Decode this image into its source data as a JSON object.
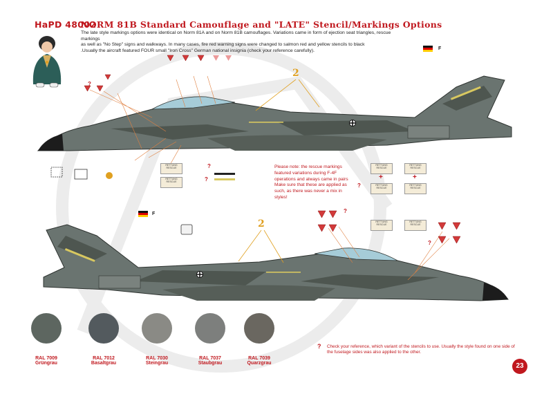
{
  "header": {
    "code": "HaPD 48002",
    "title": "NORM 81B Standard Camouflage and \"LATE\" Stencil/Markings Options"
  },
  "description": [
    "The late style markings options were identical on Norm 81A and on Norm 81B camouflages. Variations came in form of ejection seat triangles, rescue markings",
    "as well as \"No Step\" signs and walkways. In many cases, fire red warning signs were changed to salmon red and yellow stencils to black",
    ".Usually the aircraft featured FOUR small \"Iron Cross\" German national insignia (check your reference carefully)."
  ],
  "rescue_note": "Please note: the rescue markings featured variations during F-4F operations and always came in pairs Make sure that these are applied as such, as there was never a mix in styles!",
  "stencil_text": [
    "RETTUNG",
    "RESCUE"
  ],
  "flag_label": "F",
  "callout_number": "2",
  "question_mark": "?",
  "swatches": [
    {
      "code": "RAL 7009",
      "name": "Grüngrau",
      "color": "#5d6660"
    },
    {
      "code": "RAL 7012",
      "name": "Basaltgrau",
      "color": "#535a5e"
    },
    {
      "code": "RAL 7030",
      "name": "Steingrau",
      "color": "#8a8a85"
    },
    {
      "code": "RAL 7037",
      "name": "Staubgrau",
      "color": "#7d7f7d"
    },
    {
      "code": "RAL 7039",
      "name": "Quarzgrau",
      "color": "#6a6760"
    }
  ],
  "footnote": "Check your reference, which variant of the stencils to use. Usually the style found on one side of the fuselage sides was also applied to the other.",
  "page_number": "23",
  "colors": {
    "accent": "#c0181e",
    "callout": "#e0a020"
  }
}
